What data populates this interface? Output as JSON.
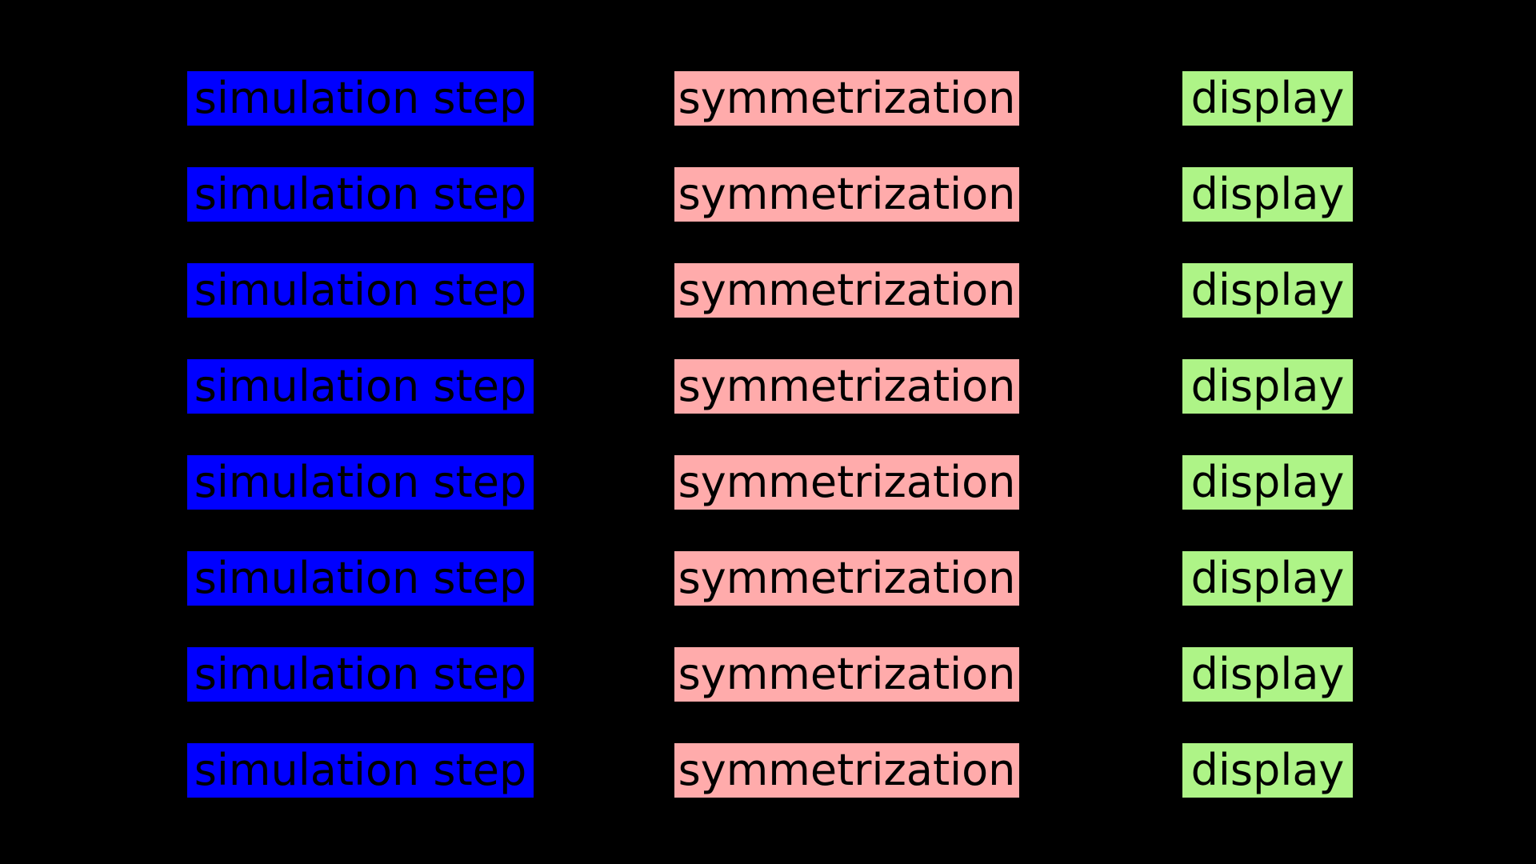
{
  "diagram": {
    "background_color": "#000000",
    "text_color": "#000000",
    "row_count": 8,
    "columns": [
      {
        "name": "simulation-step",
        "label": "simulation step",
        "color": "#0000ff"
      },
      {
        "name": "symmetrization",
        "label": "symmetrization",
        "color": "#ffabab"
      },
      {
        "name": "display",
        "label": "display",
        "color": "#aef487"
      }
    ]
  }
}
